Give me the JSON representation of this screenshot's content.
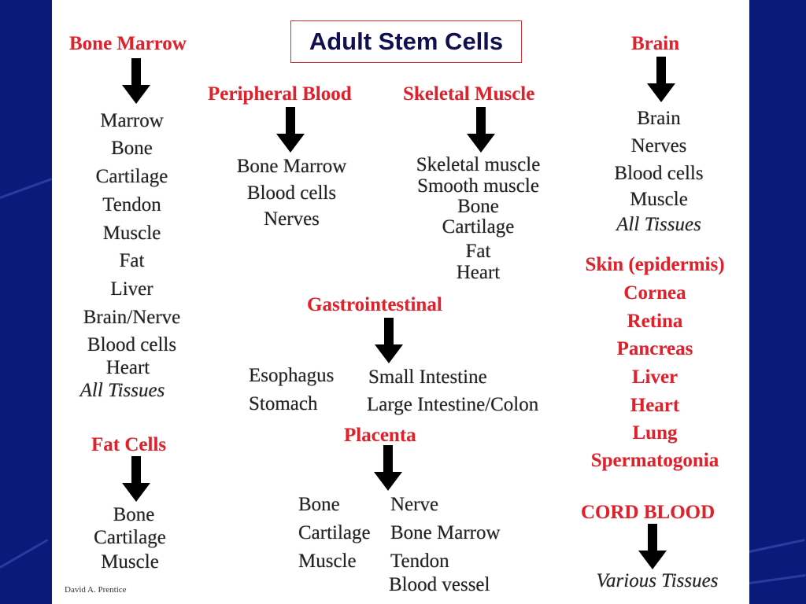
{
  "title": "Adult Stem Cells",
  "credit": "David A. Prentice",
  "sources": {
    "bone_marrow": {
      "label": "Bone Marrow",
      "items": [
        "Marrow",
        "Bone",
        "Cartilage",
        "Tendon",
        "Muscle",
        "Fat",
        "Liver",
        "Brain/Nerve",
        "Blood cells",
        "Heart"
      ],
      "summary": "All Tissues"
    },
    "peripheral_blood": {
      "label": "Peripheral Blood",
      "items": [
        "Bone Marrow",
        "Blood cells",
        "Nerves"
      ]
    },
    "skeletal_muscle": {
      "label": "Skeletal Muscle",
      "items": [
        "Skeletal muscle",
        "Smooth muscle",
        "Bone",
        "Cartilage",
        "Fat",
        "Heart"
      ]
    },
    "brain": {
      "label": "Brain",
      "items": [
        "Brain",
        "Nerves",
        "Blood cells",
        "Muscle"
      ],
      "summary": "All Tissues"
    },
    "other_sources": [
      "Skin (epidermis)",
      "Cornea",
      "Retina",
      "Pancreas",
      "Liver",
      "Heart",
      "Lung",
      "Spermatogonia"
    ],
    "gastrointestinal": {
      "label": "Gastrointestinal",
      "col1": [
        "Esophagus",
        "Stomach"
      ],
      "col2": [
        "Small Intestine",
        "Large Intestine/Colon"
      ]
    },
    "fat_cells": {
      "label": "Fat Cells",
      "items": [
        "Bone",
        "Cartilage",
        "Muscle"
      ]
    },
    "placenta": {
      "label": "Placenta",
      "col1": [
        "Bone",
        "Cartilage",
        "Muscle"
      ],
      "col2": [
        "Nerve",
        "Bone Marrow",
        "Tendon",
        "Blood vessel"
      ]
    },
    "cord_blood": {
      "label": "CORD BLOOD",
      "summary": "Various Tissues"
    }
  },
  "colors": {
    "background": "#0a1a7a",
    "heading": "#e0202a",
    "title_border": "#d23030"
  }
}
